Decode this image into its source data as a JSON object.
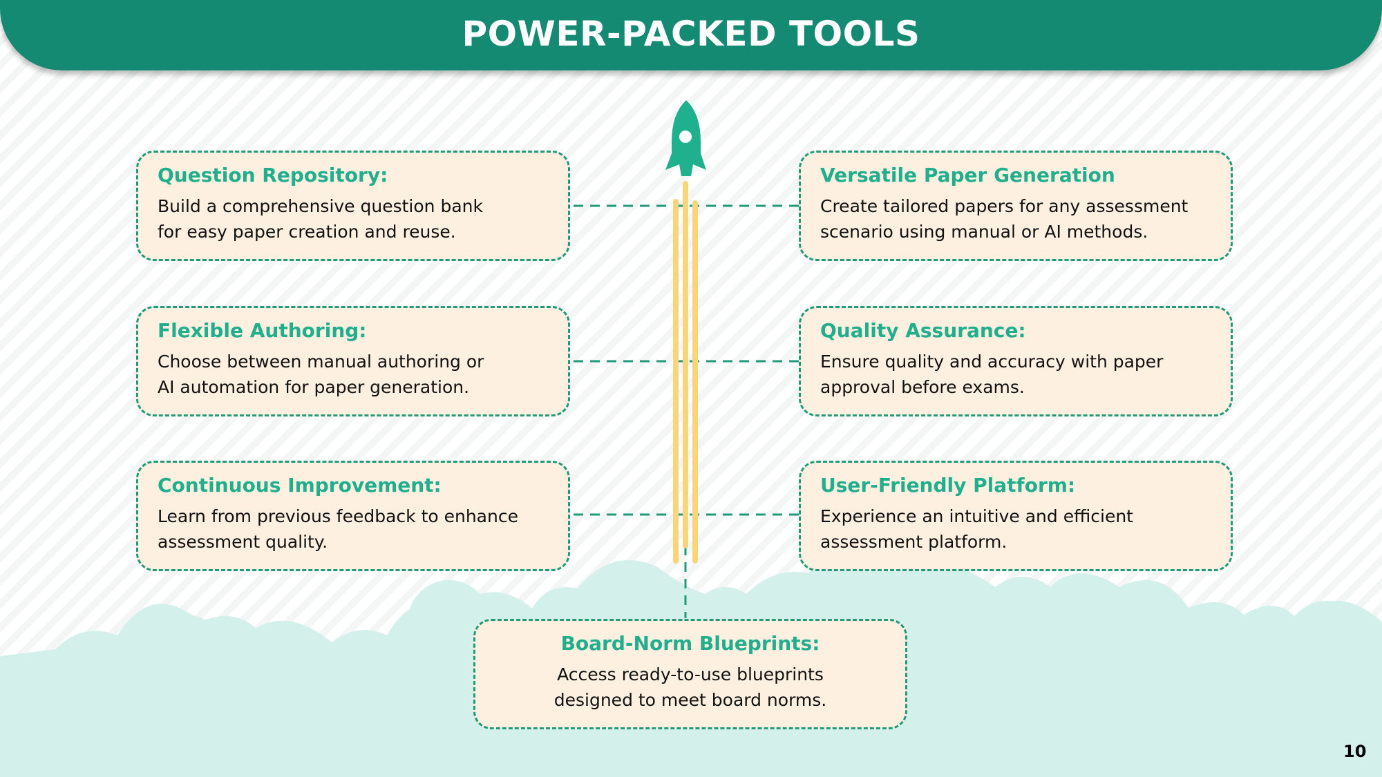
{
  "header": {
    "title": "POWER-PACKED TOOLS"
  },
  "colors": {
    "header": "#148a72",
    "accent": "#21ae8c",
    "box_fill": "#fdf0e1",
    "flame": "#f9d57a",
    "cloud": "#d3f0ea"
  },
  "cards": [
    {
      "title": "Question Repository:",
      "text": [
        "Build a comprehensive question bank",
        "for easy paper creation and reuse."
      ]
    },
    {
      "title": "Versatile Paper Generation",
      "text": [
        "Create tailored papers for any assessment",
        "scenario using manual or AI methods."
      ]
    },
    {
      "title": "Flexible Authoring:",
      "text": [
        "Choose between manual authoring or",
        "AI automation for paper generation."
      ]
    },
    {
      "title": "Quality Assurance:",
      "text": [
        "Ensure quality and accuracy with paper",
        "approval before exams."
      ]
    },
    {
      "title": "Continuous Improvement:",
      "text": [
        "Learn from previous feedback to enhance",
        "assessment quality."
      ]
    },
    {
      "title": "User-Friendly Platform:",
      "text": [
        "Experience an intuitive and efficient",
        "assessment platform."
      ]
    },
    {
      "title": "Board-Norm Blueprints:",
      "text": [
        "Access ready-to-use blueprints",
        "designed to meet board norms."
      ]
    }
  ],
  "page_number": "10"
}
